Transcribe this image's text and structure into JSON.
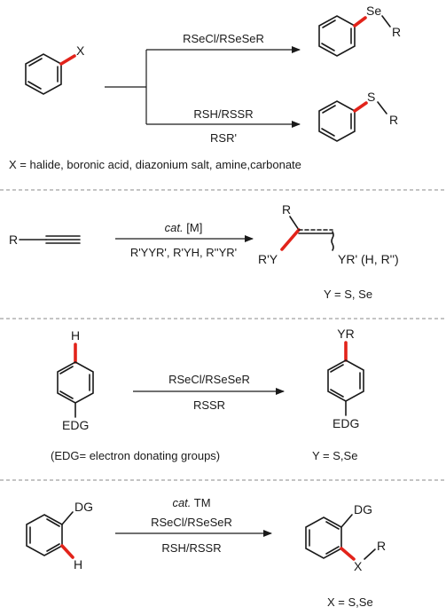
{
  "panel1": {
    "sub_x": "X",
    "reagent_top": "RSeCl/RSeSeR",
    "reagent_bottom_1": "RSH/RSSR",
    "reagent_bottom_2": "RSR'",
    "prod_top_atom": "Se",
    "prod_top_r": "R",
    "prod_bottom_atom": "S",
    "prod_bottom_r": "R",
    "note": "X = halide, boronic acid, diazonium salt, amine,carbonate"
  },
  "panel2": {
    "sub_r": "R",
    "catalyst_prefix": "cat.",
    "catalyst_metal": " [M]",
    "reagents": "R'YYR', R'YH, R''YR'",
    "prod_r": "R",
    "prod_left": "R'Y",
    "prod_right": "YR' (H, R'')",
    "note": "Y = S, Se"
  },
  "panel3": {
    "sub_top": "H",
    "sub_bottom": "EDG",
    "reagent_1": "RSeCl/RSeSeR",
    "reagent_2": "RSSR",
    "prod_top": "YR",
    "prod_bottom": "EDG",
    "note_edg": "(EDG= electron donating groups)",
    "note_y": "Y = S,Se"
  },
  "panel4": {
    "sub_dg": "DG",
    "sub_h": "H",
    "catalyst_prefix": "cat.",
    "catalyst_metal": " TM",
    "reagent_1": "RSeCl/RSeSeR",
    "reagent_2": "RSH/RSSR",
    "prod_dg": "DG",
    "prod_x": "X",
    "prod_r": "R",
    "note": "X = S,Se"
  },
  "colors": {
    "highlight_bond": "#e2231a",
    "text": "#1a1a1a",
    "separator": "#8a8a8a"
  }
}
